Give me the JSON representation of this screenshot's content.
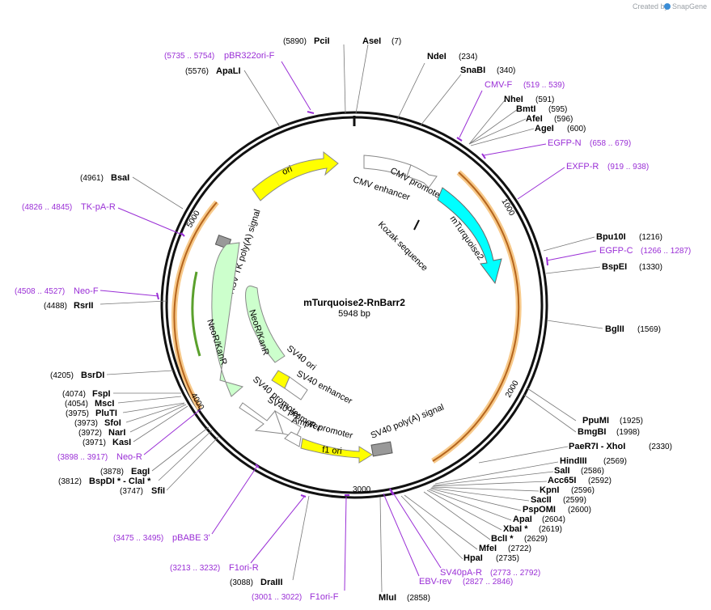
{
  "credit": {
    "prefix": "Created by",
    "brand": "SnapGene"
  },
  "plasmid": {
    "name": "mTurquoise2-RnBarr2",
    "size_label": "5948 bp"
  },
  "ticks": [
    "1000",
    "2000",
    "3000",
    "4000",
    "5000"
  ],
  "enzymes": [
    {
      "name": "PciI",
      "pos": "(5890)"
    },
    {
      "name": "AseI",
      "pos": "(7)"
    },
    {
      "name": "NdeI",
      "pos": "(234)"
    },
    {
      "name": "SnaBI",
      "pos": "(340)"
    },
    {
      "name": "NheI",
      "pos": "(591)"
    },
    {
      "name": "BmtI",
      "pos": "(595)"
    },
    {
      "name": "AfeI",
      "pos": "(596)"
    },
    {
      "name": "AgeI",
      "pos": "(600)"
    },
    {
      "name": "Bpu10I",
      "pos": "(1216)"
    },
    {
      "name": "BspEI",
      "pos": "(1330)"
    },
    {
      "name": "BglII",
      "pos": "(1569)"
    },
    {
      "name": "PpuMI",
      "pos": "(1925)"
    },
    {
      "name": "BmgBI",
      "pos": "(1998)"
    },
    {
      "name": "PaeR7I  - XhoI",
      "pos": "(2330)"
    },
    {
      "name": "HindIII",
      "pos": "(2569)"
    },
    {
      "name": "SalI",
      "pos": "(2586)"
    },
    {
      "name": "Acc65I",
      "pos": "(2592)"
    },
    {
      "name": "KpnI",
      "pos": "(2596)"
    },
    {
      "name": "SacII",
      "pos": "(2599)"
    },
    {
      "name": "PspOMI",
      "pos": "(2600)"
    },
    {
      "name": "ApaI",
      "pos": "(2604)"
    },
    {
      "name": "XbaI *",
      "pos": "(2619)"
    },
    {
      "name": "BclI *",
      "pos": "(2629)"
    },
    {
      "name": "MfeI",
      "pos": "(2722)"
    },
    {
      "name": "HpaI",
      "pos": "(2735)"
    },
    {
      "name": "MluI",
      "pos": "(2858)"
    },
    {
      "name": "DraIII",
      "pos": "(3088)"
    },
    {
      "name": "SfiI",
      "pos": "(3747)"
    },
    {
      "name": "BspDI *  - ClaI *",
      "pos": "(3812)"
    },
    {
      "name": "EagI",
      "pos": "(3878)"
    },
    {
      "name": "KasI",
      "pos": "(3971)"
    },
    {
      "name": "NarI",
      "pos": "(3972)"
    },
    {
      "name": "SfoI",
      "pos": "(3973)"
    },
    {
      "name": "PluTI",
      "pos": "(3975)"
    },
    {
      "name": "MscI",
      "pos": "(4054)"
    },
    {
      "name": "FspI",
      "pos": "(4074)"
    },
    {
      "name": "BsrDI",
      "pos": "(4205)"
    },
    {
      "name": "RsrII",
      "pos": "(4488)"
    },
    {
      "name": "BsaI",
      "pos": "(4961)"
    },
    {
      "name": "ApaLI",
      "pos": "(5576)"
    }
  ],
  "primers": [
    {
      "name": "pBR322ori-F",
      "range": "(5735 .. 5754)"
    },
    {
      "name": "CMV-F",
      "range": "(519 .. 539)"
    },
    {
      "name": "EGFP-N",
      "range": "(658 .. 679)"
    },
    {
      "name": "EXFP-R",
      "range": "(919 .. 938)"
    },
    {
      "name": "EGFP-C",
      "range": "(1266 .. 1287)"
    },
    {
      "name": "SV40pA-R",
      "range": "(2773 .. 2792)"
    },
    {
      "name": "EBV-rev",
      "range": "(2827 .. 2846)"
    },
    {
      "name": "F1ori-F",
      "range": "(3001 .. 3022)"
    },
    {
      "name": "F1ori-R",
      "range": "(3213 .. 3232)"
    },
    {
      "name": "pBABE 3'",
      "range": "(3475 .. 3495)"
    },
    {
      "name": "Neo-R",
      "range": "(3898 .. 3917)"
    },
    {
      "name": "Neo-F",
      "range": "(4508 .. 4527)"
    },
    {
      "name": "TK-pA-R",
      "range": "(4826 .. 4845)"
    }
  ],
  "features": [
    {
      "label": "ori",
      "color": "#ffff00"
    },
    {
      "label": "CMV enhancer",
      "color": "#ffffff"
    },
    {
      "label": "CMV promoter",
      "color": "#ffffff"
    },
    {
      "label": "Kozak sequence",
      "color": "#000000"
    },
    {
      "label": "mTurquoise2",
      "color": "#00ffff"
    },
    {
      "label": "HSV TK poly(A) signal",
      "color": "#999999"
    },
    {
      "label": "NeoR/KanR",
      "color": "#ccffcc"
    },
    {
      "label": "NeoR/KanR",
      "color": "#ccffcc"
    },
    {
      "label": "SV40 ori",
      "color": "#ffff00"
    },
    {
      "label": "SV40 enhancer",
      "color": "#ffffff"
    },
    {
      "label": "SV40 promoter",
      "color": "#ffffff"
    },
    {
      "label": "SV40 promoter",
      "color": "#ffffff"
    },
    {
      "label": "AmpR promoter",
      "color": "#ffffff"
    },
    {
      "label": "f1 ori",
      "color": "#ffff00"
    },
    {
      "label": "SV40 poly(A) signal",
      "color": "#999999"
    }
  ]
}
